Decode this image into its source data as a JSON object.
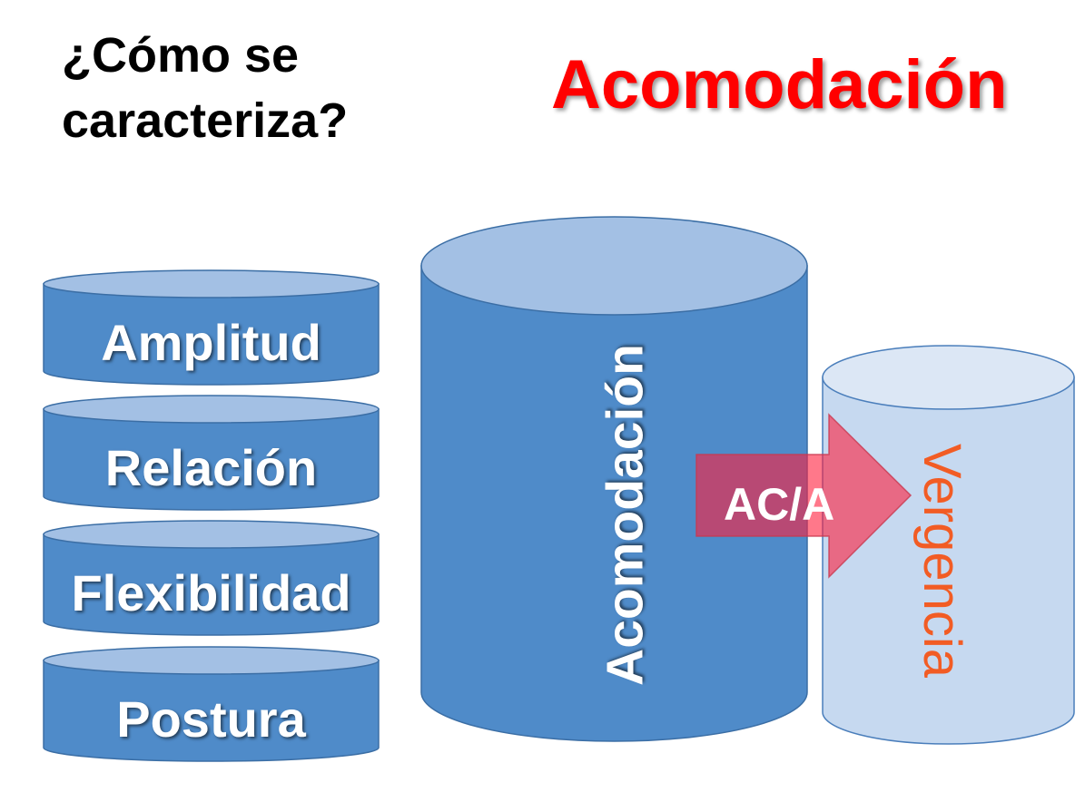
{
  "slide": {
    "question_lines": [
      "¿Cómo se",
      "caracteriza?"
    ],
    "title": "Acomodación"
  },
  "characteristics": [
    {
      "label": "Amplitud"
    },
    {
      "label": "Relación"
    },
    {
      "label": "Flexibilidad"
    },
    {
      "label": "Postura"
    }
  ],
  "accommodation_cylinder": {
    "label": "Acomodación"
  },
  "vergence_cylinder": {
    "label": "Vergencia"
  },
  "arrow": {
    "label": "AC/A"
  },
  "colors": {
    "title": "#ff0000",
    "question": "#000000",
    "cylinder_body": "#4f8bc9",
    "cylinder_top": "#a3c0e4",
    "cylinder_stroke": "#3b6ea5",
    "vergence_body": "#c6d9f0",
    "vergence_top": "#dce7f5",
    "vergence_stroke": "#4a7ebb",
    "vergence_label": "#f25c24",
    "arrow_fill": "#ff1e3c",
    "arrow_stroke": "#c8374f",
    "label_text": "#ffffff"
  }
}
